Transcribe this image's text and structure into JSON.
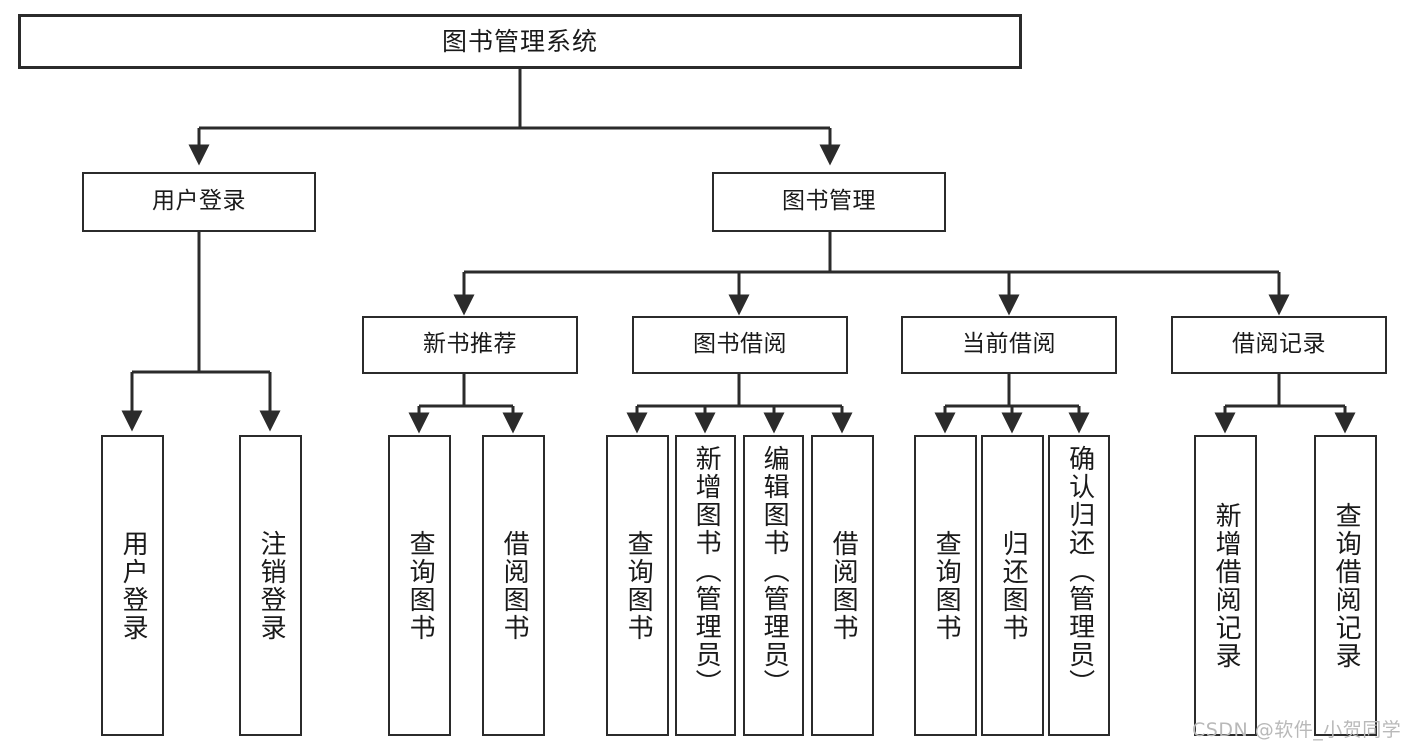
{
  "diagram": {
    "title": "图书管理系统",
    "type": "tree",
    "watermark": "CSDN @软件_小贺同学",
    "colors": {
      "background": "#ffffff",
      "box_border": "#2b2b2b",
      "box_fill": "#ffffff",
      "connector": "#2b2b2b",
      "text": "#1a1a1a",
      "watermark": "#b9b9b9"
    },
    "root": {
      "label": "图书管理系统"
    },
    "level1": [
      {
        "label": "用户登录"
      },
      {
        "label": "图书管理"
      }
    ],
    "level2": [
      {
        "label": "新书推荐"
      },
      {
        "label": "图书借阅"
      },
      {
        "label": "当前借阅"
      },
      {
        "label": "借阅记录"
      }
    ],
    "leaves": {
      "user_login": [
        {
          "label": "用户登录"
        },
        {
          "label": "注销登录"
        }
      ],
      "new_book_recommend": [
        {
          "label": "查询图书"
        },
        {
          "label": "借阅图书"
        }
      ],
      "book_borrow": [
        {
          "label": "查询图书"
        },
        {
          "label": "新增图书（管理员）"
        },
        {
          "label": "编辑图书（管理员）"
        },
        {
          "label": "借阅图书"
        }
      ],
      "current_borrow": [
        {
          "label": "查询图书"
        },
        {
          "label": "归还图书"
        },
        {
          "label": "确认归还（管理员）"
        }
      ],
      "borrow_record": [
        {
          "label": "新增借阅记录"
        },
        {
          "label": "查询借阅记录"
        }
      ]
    }
  }
}
